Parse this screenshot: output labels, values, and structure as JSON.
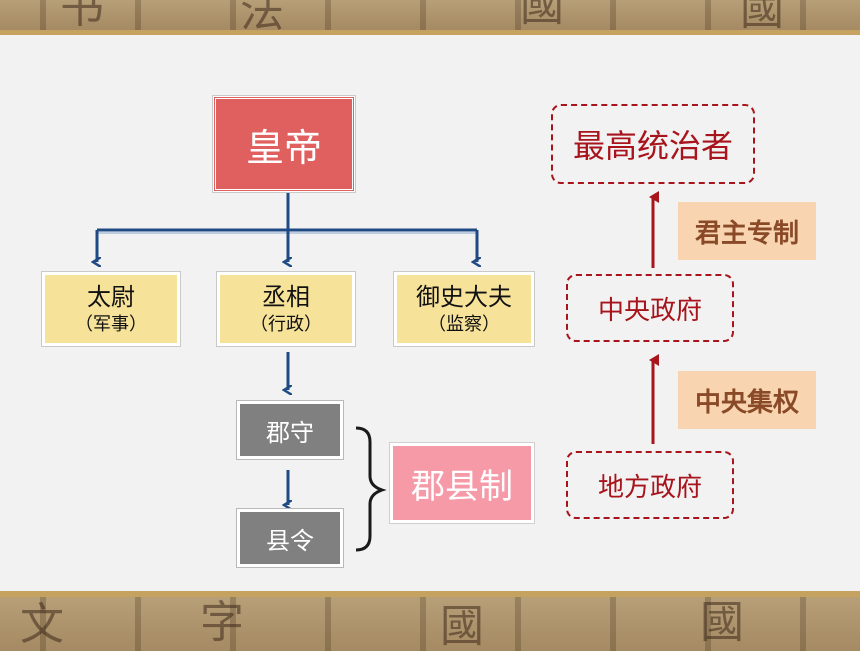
{
  "top_level": {
    "emperor": "皇帝"
  },
  "ministers": [
    {
      "title": "太尉",
      "role": "（军事）"
    },
    {
      "title": "丞相",
      "role": "（行政）"
    },
    {
      "title": "御史大夫",
      "role": "（监察）"
    }
  ],
  "local": {
    "commandery": "郡守",
    "county": "县令",
    "system_label": "郡县制"
  },
  "hierarchy": {
    "top": "最高统治者",
    "middle": "中央政府",
    "bottom": "地方政府",
    "link_upper": "君主专制",
    "link_lower": "中央集权"
  },
  "colors": {
    "emperor_fill": "#e06060",
    "minister_fill": "#f7e29a",
    "local_fill": "#808080",
    "system_fill": "#f79aa8",
    "arrow_blue": "#1f4a84",
    "dash_red": "#a8141c",
    "tag_fill": "#f8d5b0"
  },
  "icons": [
    "arrow-down-icon",
    "arrow-up-icon",
    "brace-icon"
  ]
}
